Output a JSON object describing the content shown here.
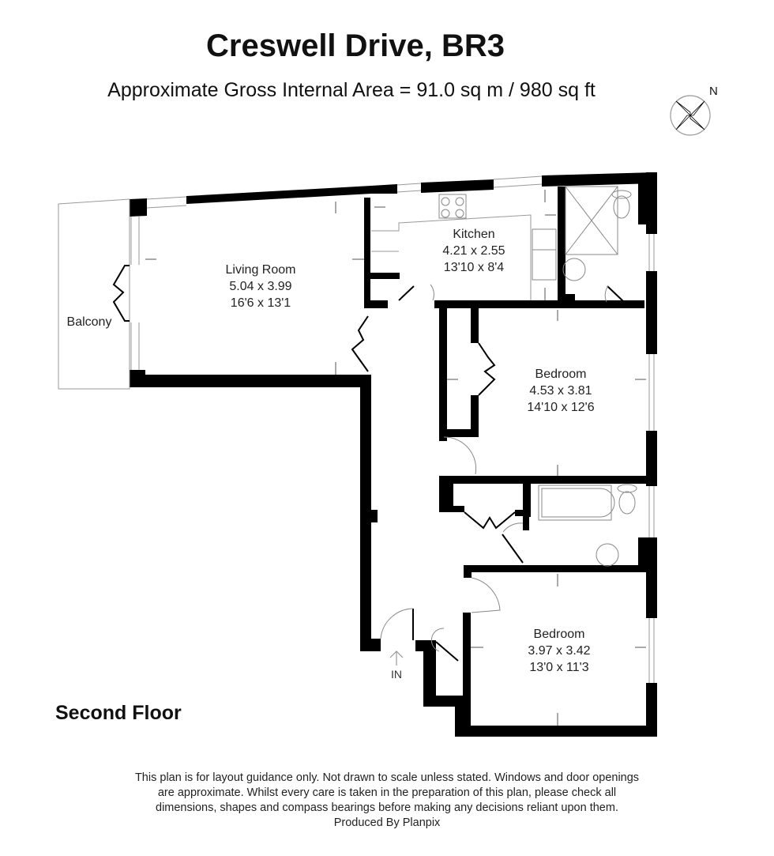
{
  "header": {
    "title": "Creswell Drive, BR3",
    "area": "Approximate Gross Internal Area = 91.0 sq m / 980 sq ft"
  },
  "compass": {
    "icon": "compass-rose-icon",
    "label": "N"
  },
  "rooms": [
    {
      "name": "Living Room",
      "metric": "5.04 x 3.99",
      "imperial": "16'6 x 13'1"
    },
    {
      "name": "Kitchen",
      "metric": "4.21 x 2.55",
      "imperial": "13'10 x 8'4"
    },
    {
      "name": "Bedroom",
      "metric": "4.53 x 3.81",
      "imperial": "14'10 x 12'6"
    },
    {
      "name": "Bedroom",
      "metric": "3.97 x 3.42",
      "imperial": "13'0 x 11'3"
    }
  ],
  "labels": {
    "balcony": "Balcony",
    "entrance": "IN",
    "floor": "Second Floor"
  },
  "footer": {
    "line1": "This plan is for layout guidance only. Not drawn to scale unless stated. Windows and door openings",
    "line2": "are approximate. Whilst every care is taken in the preparation of this plan, please check all",
    "line3": "dimensions, shapes and compass bearings before making any decisions reliant upon them.",
    "line4": "Produced By Planpix"
  },
  "colors": {
    "wall": "#000000",
    "fixture": "#888888",
    "background": "#ffffff"
  }
}
